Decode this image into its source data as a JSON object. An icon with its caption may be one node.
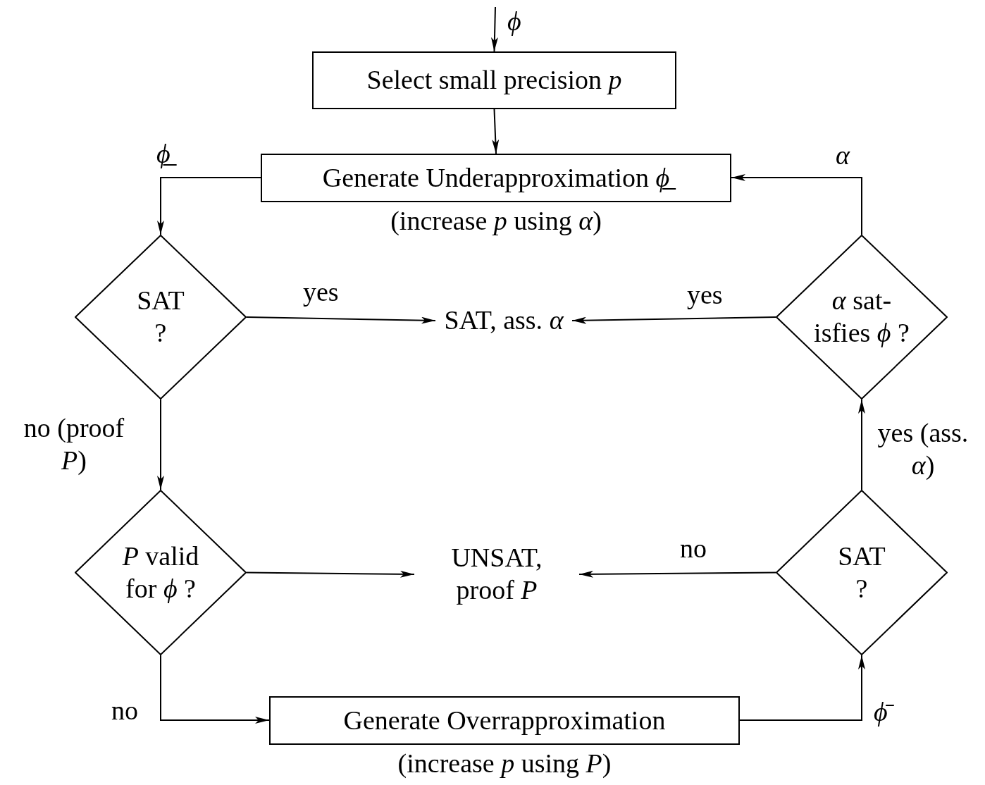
{
  "diagram": {
    "nodes": [
      {
        "text": [
          "Select small precision *p*"
        ]
      },
      {
        "text": [
          "Generate Underapproximation *ϕ̲*"
        ],
        "beside": [
          "(increase *p* using *α*)"
        ]
      },
      {
        "text": [
          "SAT ?"
        ]
      },
      {
        "text": [
          "SAT, ass. *α*"
        ]
      },
      {
        "text": [
          "*α* sat- isfies *ϕ* ?"
        ]
      },
      {
        "text": [
          "*P* valid for *ϕ* ?"
        ]
      },
      {
        "text": [
          "UNSAT, proof *P*"
        ]
      },
      {
        "text": [
          "SAT ?"
        ]
      },
      {
        "text": [
          "Generate Overrapproximation"
        ],
        "beside": [
          "(increase *p* using *P*)"
        ]
      }
    ],
    "edges": [
      {
        "from": null,
        "to": 0,
        "arrow": "to",
        "label": "*ϕ*"
      },
      {
        "from": 0,
        "to": 1,
        "arrow": "to"
      },
      {
        "from": 1,
        "to": 2,
        "arrow": "to",
        "label": "*ϕ̲*"
      },
      {
        "from": 2,
        "to": 3,
        "arrow": "to",
        "label": "yes"
      },
      {
        "from": 2,
        "to": 5,
        "arrow": "to",
        "label": "no (proof *P*)"
      },
      {
        "from": 4,
        "to": 3,
        "arrow": "to",
        "label": "yes"
      },
      {
        "from": 4,
        "to": 1,
        "arrow": "to",
        "label": "*α*"
      },
      {
        "from": 5,
        "to": 6,
        "arrow": "to"
      },
      {
        "from": 5,
        "to": 8,
        "arrow": "to",
        "label": "no"
      },
      {
        "from": 8,
        "to": 7,
        "arrow": "to",
        "label": "*ϕ̄*"
      },
      {
        "from": 7,
        "to": 6,
        "arrow": "to",
        "label": "no"
      },
      {
        "from": 7,
        "to": 4,
        "arrow": "to",
        "label": "yes (ass. *α*)"
      }
    ]
  }
}
